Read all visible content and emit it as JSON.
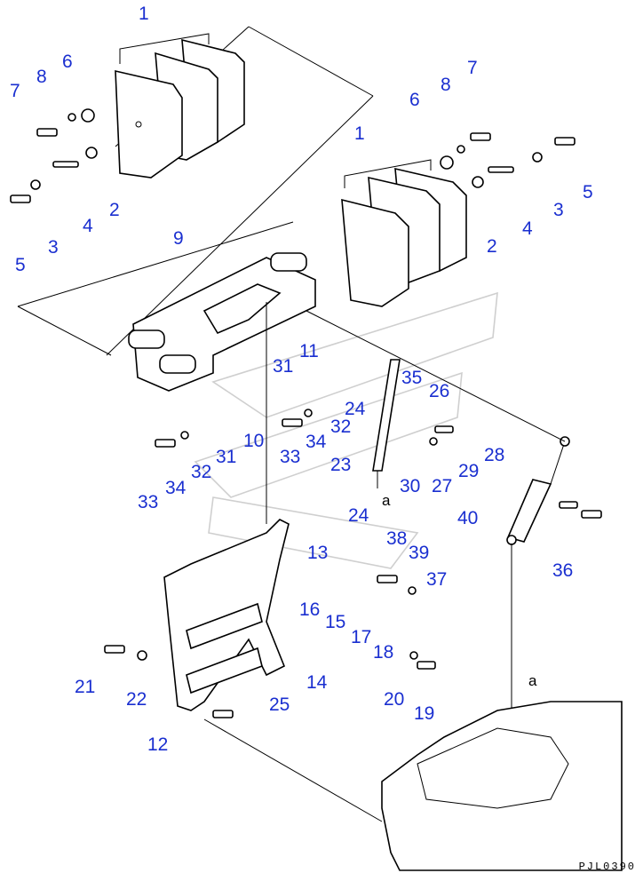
{
  "diagram": {
    "accent_color": "#1a2fd0",
    "drawing_code": "PJL0390",
    "view_letters": [
      "a",
      "a"
    ],
    "callouts": [
      "1",
      "8",
      "6",
      "7",
      "5",
      "3",
      "4",
      "2",
      "1",
      "6",
      "8",
      "7",
      "2",
      "4",
      "3",
      "5",
      "9",
      "11",
      "31",
      "35",
      "26",
      "24",
      "10",
      "31",
      "32",
      "34",
      "33",
      "23",
      "30",
      "28",
      "29",
      "27",
      "33",
      "34",
      "32",
      "24",
      "13",
      "38",
      "39",
      "37",
      "40",
      "36",
      "16",
      "15",
      "17",
      "18",
      "20",
      "19",
      "14",
      "25",
      "21",
      "22",
      "12",
      "a"
    ]
  }
}
